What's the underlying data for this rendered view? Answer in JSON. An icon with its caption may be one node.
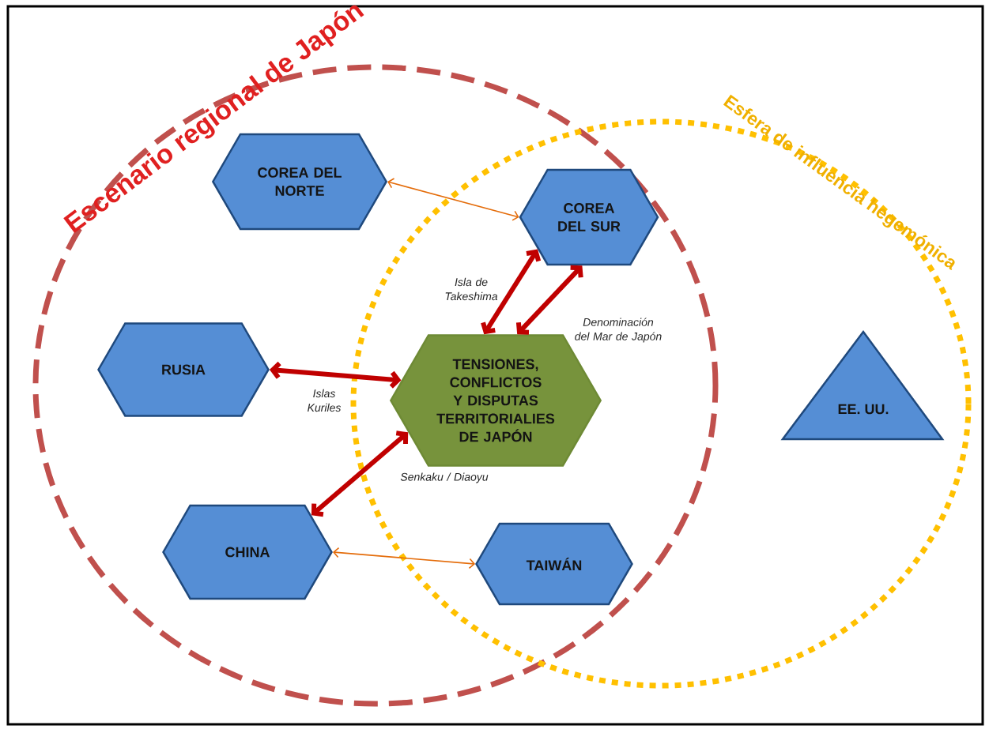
{
  "diagram": {
    "nodes": [
      {
        "text": [
          "Escenario regional de Japón"
        ]
      },
      {
        "text": [
          "Esfera de influencia hegemónica"
        ]
      },
      {
        "text": [
          "COREA DEL NORTE"
        ],
        "in": 0
      },
      {
        "text": [
          "COREA DEL SUR"
        ]
      },
      {
        "text": [
          "RUSIA"
        ],
        "in": 0
      },
      {
        "text": [
          "TENSIONES, CONFLICTOS Y DISPUTAS TERRITORIALIES DE JAPÓN"
        ]
      },
      {
        "text": [
          "CHINA"
        ],
        "in": 0
      },
      {
        "text": [
          "TAIWÁN"
        ]
      },
      {
        "text": [
          "EE. UU."
        ],
        "in": 1
      }
    ],
    "edges": [
      {
        "from": 2,
        "to": 3,
        "arrow": "both",
        "color": "#e46c0a"
      },
      {
        "from": 5,
        "to": 3,
        "arrow": "both",
        "label": "Isla de Takeshima"
      },
      {
        "from": 5,
        "to": 3,
        "arrow": "both",
        "label": "Denominación del Mar de Japón"
      },
      {
        "from": 4,
        "to": 5,
        "arrow": "both",
        "label": "Islas Kuriles"
      },
      {
        "from": 6,
        "to": 5,
        "arrow": "both",
        "label": "Senkaku / Diaoyu"
      },
      {
        "from": 6,
        "to": 7,
        "arrow": "both",
        "color": "#e46c0a"
      }
    ]
  }
}
